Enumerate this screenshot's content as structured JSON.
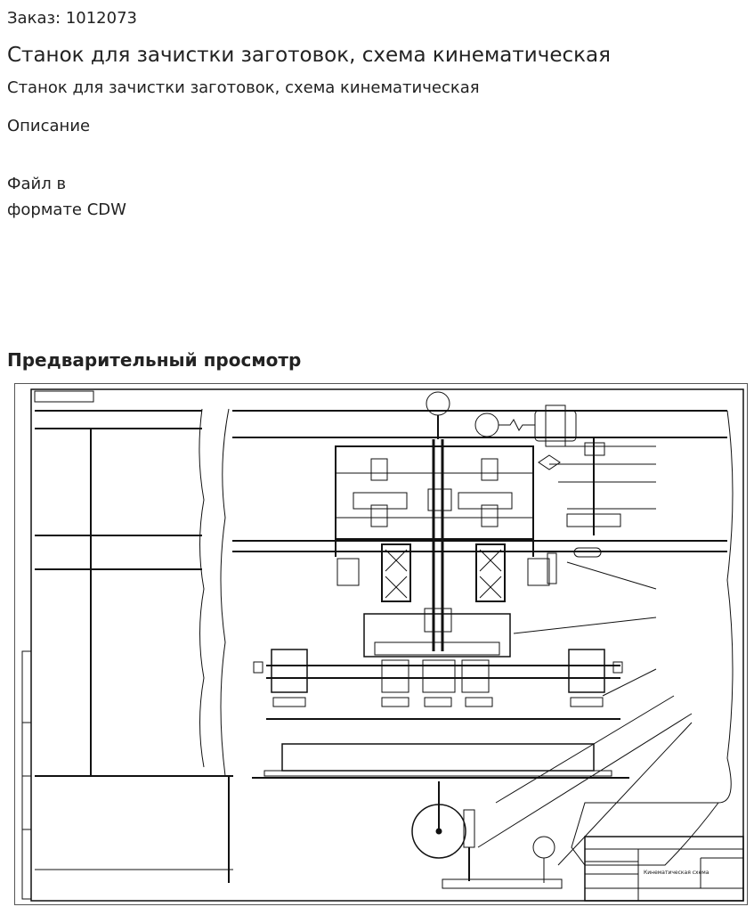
{
  "order": {
    "label": "Заказ: 1012073"
  },
  "product": {
    "title": "Станок для зачистки заготовок, схема кинематическая",
    "subtitle": "Станок для зачистки заготовок, схема кинематическая"
  },
  "description": {
    "heading": "Описание",
    "line1": "Файл в",
    "line2": "формате CDW"
  },
  "preview": {
    "heading": "Предварительный просмотр",
    "drawing_label": "Кинематическая схема"
  }
}
